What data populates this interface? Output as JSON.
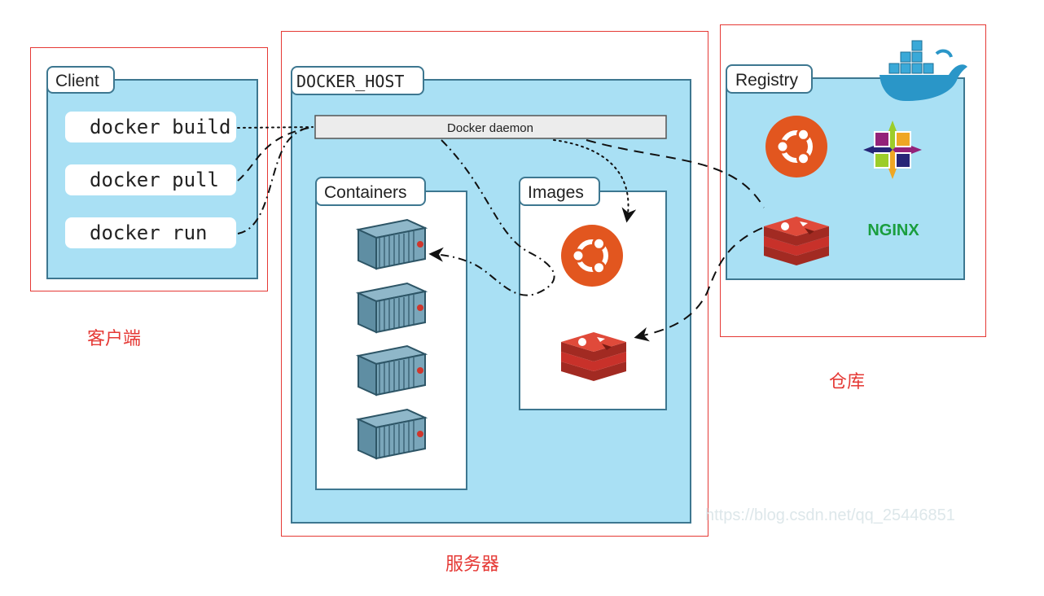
{
  "client": {
    "title": "Client",
    "commands": [
      "docker build",
      "docker pull",
      "docker run"
    ],
    "caption": "客户端"
  },
  "host": {
    "title": "DOCKER_HOST",
    "daemon": "Docker daemon",
    "containers_title": "Containers",
    "images_title": "Images",
    "caption": "服务器"
  },
  "registry": {
    "title": "Registry",
    "nginx_logo": "NGINX",
    "caption": "仓库"
  },
  "watermark": "https://blog.csdn.net/qq_25446851",
  "colors": {
    "panel": "#a9e0f4",
    "border": "#3d7790",
    "ubuntu": "#e2561f",
    "redis": "#d0362c",
    "highlight_box": "#e53935",
    "nginx": "#1a9e3e"
  },
  "icons": [
    "ubuntu-logo-icon",
    "redis-logo-icon",
    "centos-logo-icon",
    "docker-whale-icon",
    "container-icon"
  ]
}
